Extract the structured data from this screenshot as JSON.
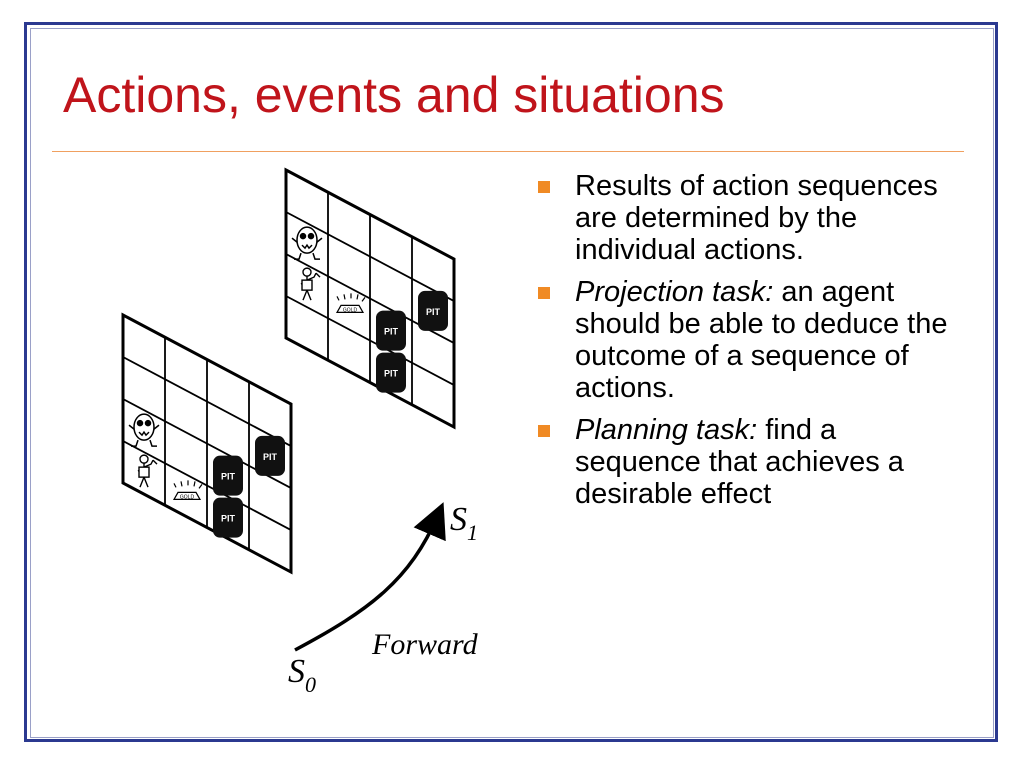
{
  "title": "Actions, events and situations",
  "colors": {
    "title": "#c0141b",
    "rule": "#f0a060",
    "frame": "#2b3990",
    "bullet": "#f08a24"
  },
  "bullets": [
    {
      "term": "",
      "text": "Results of action sequences are determined by the individual actions."
    },
    {
      "term": "Projection task:",
      "text": " an agent should be able to deduce the outcome of a sequence of actions."
    },
    {
      "term": "Planning task:",
      "text": " find a sequence that achieves a desirable effect"
    }
  ],
  "diagram": {
    "grid_size": 4,
    "pit_label": "PIT",
    "gold_label": "GOLD",
    "arrow_label": "Forward",
    "state0": {
      "letter": "S",
      "sub": "0"
    },
    "state1": {
      "letter": "S",
      "sub": "1"
    },
    "icons": [
      "wumpus-icon",
      "gold-icon",
      "agent-icon",
      "pit-icon"
    ]
  }
}
